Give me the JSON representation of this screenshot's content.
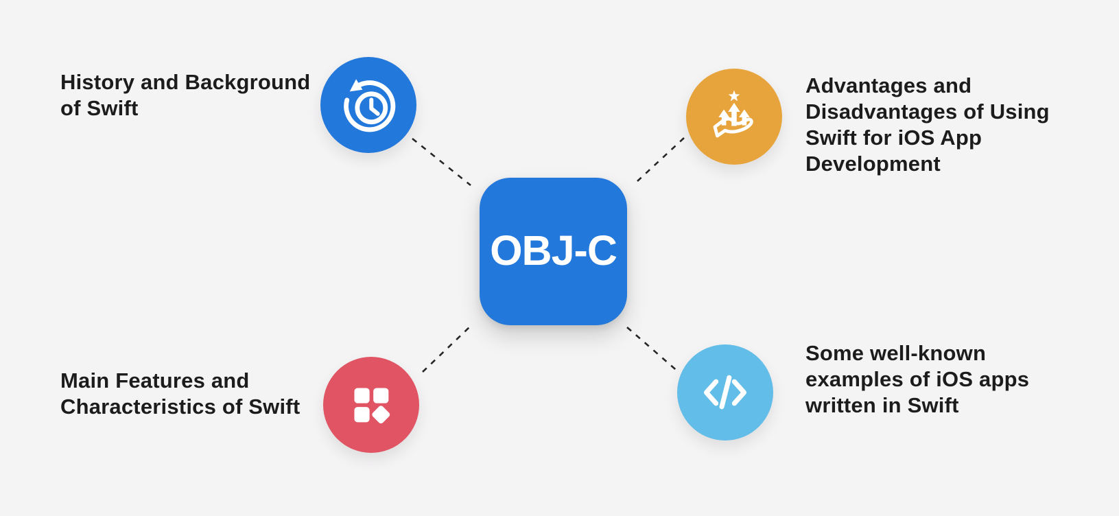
{
  "canvas": {
    "background_color": "#F5F4F5",
    "connector_color": "#262626",
    "text_color": "#1C1C1C"
  },
  "center_node": {
    "label": "OBJ-C",
    "color": "#2378DB",
    "text_color": "#FFFFFF"
  },
  "branches": [
    {
      "id": "history",
      "label": "History and Background\nof Swift",
      "icon": "history-clock-icon",
      "circle_color": "#2378DB",
      "position": "top-left"
    },
    {
      "id": "advantages",
      "label": "Advantages and\nDisadvantages of Using\nSwift for iOS App\nDevelopment",
      "icon": "growth-hand-icon",
      "circle_color": "#E8A43C",
      "position": "top-right"
    },
    {
      "id": "features",
      "label": "Main Features and\nCharacteristics of Swift",
      "icon": "grid-shapes-icon",
      "circle_color": "#E05463",
      "position": "bottom-left"
    },
    {
      "id": "examples",
      "label": "Some well-known\nexamples of iOS apps\nwritten in Swift",
      "icon": "code-icon",
      "circle_color": "#62BDE8",
      "position": "bottom-right"
    }
  ]
}
